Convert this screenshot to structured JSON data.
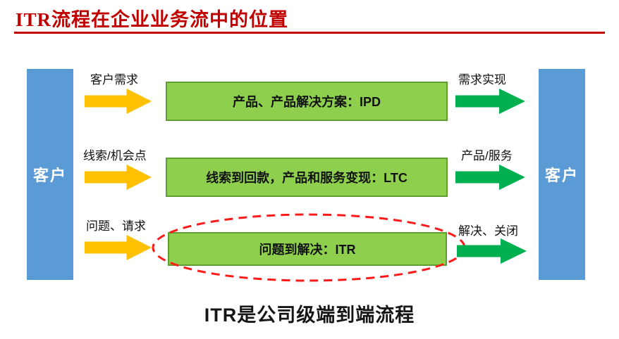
{
  "title": "ITR流程在企业业务流中的位置",
  "caption": "ITR是公司级端到端流程",
  "left_customer": {
    "label": "客户"
  },
  "right_customer": {
    "label": "客户"
  },
  "rows": [
    {
      "input_label": "客户需求",
      "process_label": "产品、产品解决方案：IPD",
      "output_label": "需求实现"
    },
    {
      "input_label": "线索/机会点",
      "process_label": "线索到回款，产品和服务变现：LTC",
      "output_label": "产品/服务"
    },
    {
      "input_label": "问题、请求",
      "process_label": "问题到解决：ITR",
      "output_label": "解决、关闭"
    }
  ],
  "colors": {
    "title": "#c00000",
    "customer_box": "#5b9bd5",
    "process_box_fill": "#8ed04e",
    "process_box_border": "#5f9e32",
    "input_arrow": "#ffc000",
    "output_arrow": "#00b050",
    "highlight_ellipse": "#ff1a1a"
  }
}
